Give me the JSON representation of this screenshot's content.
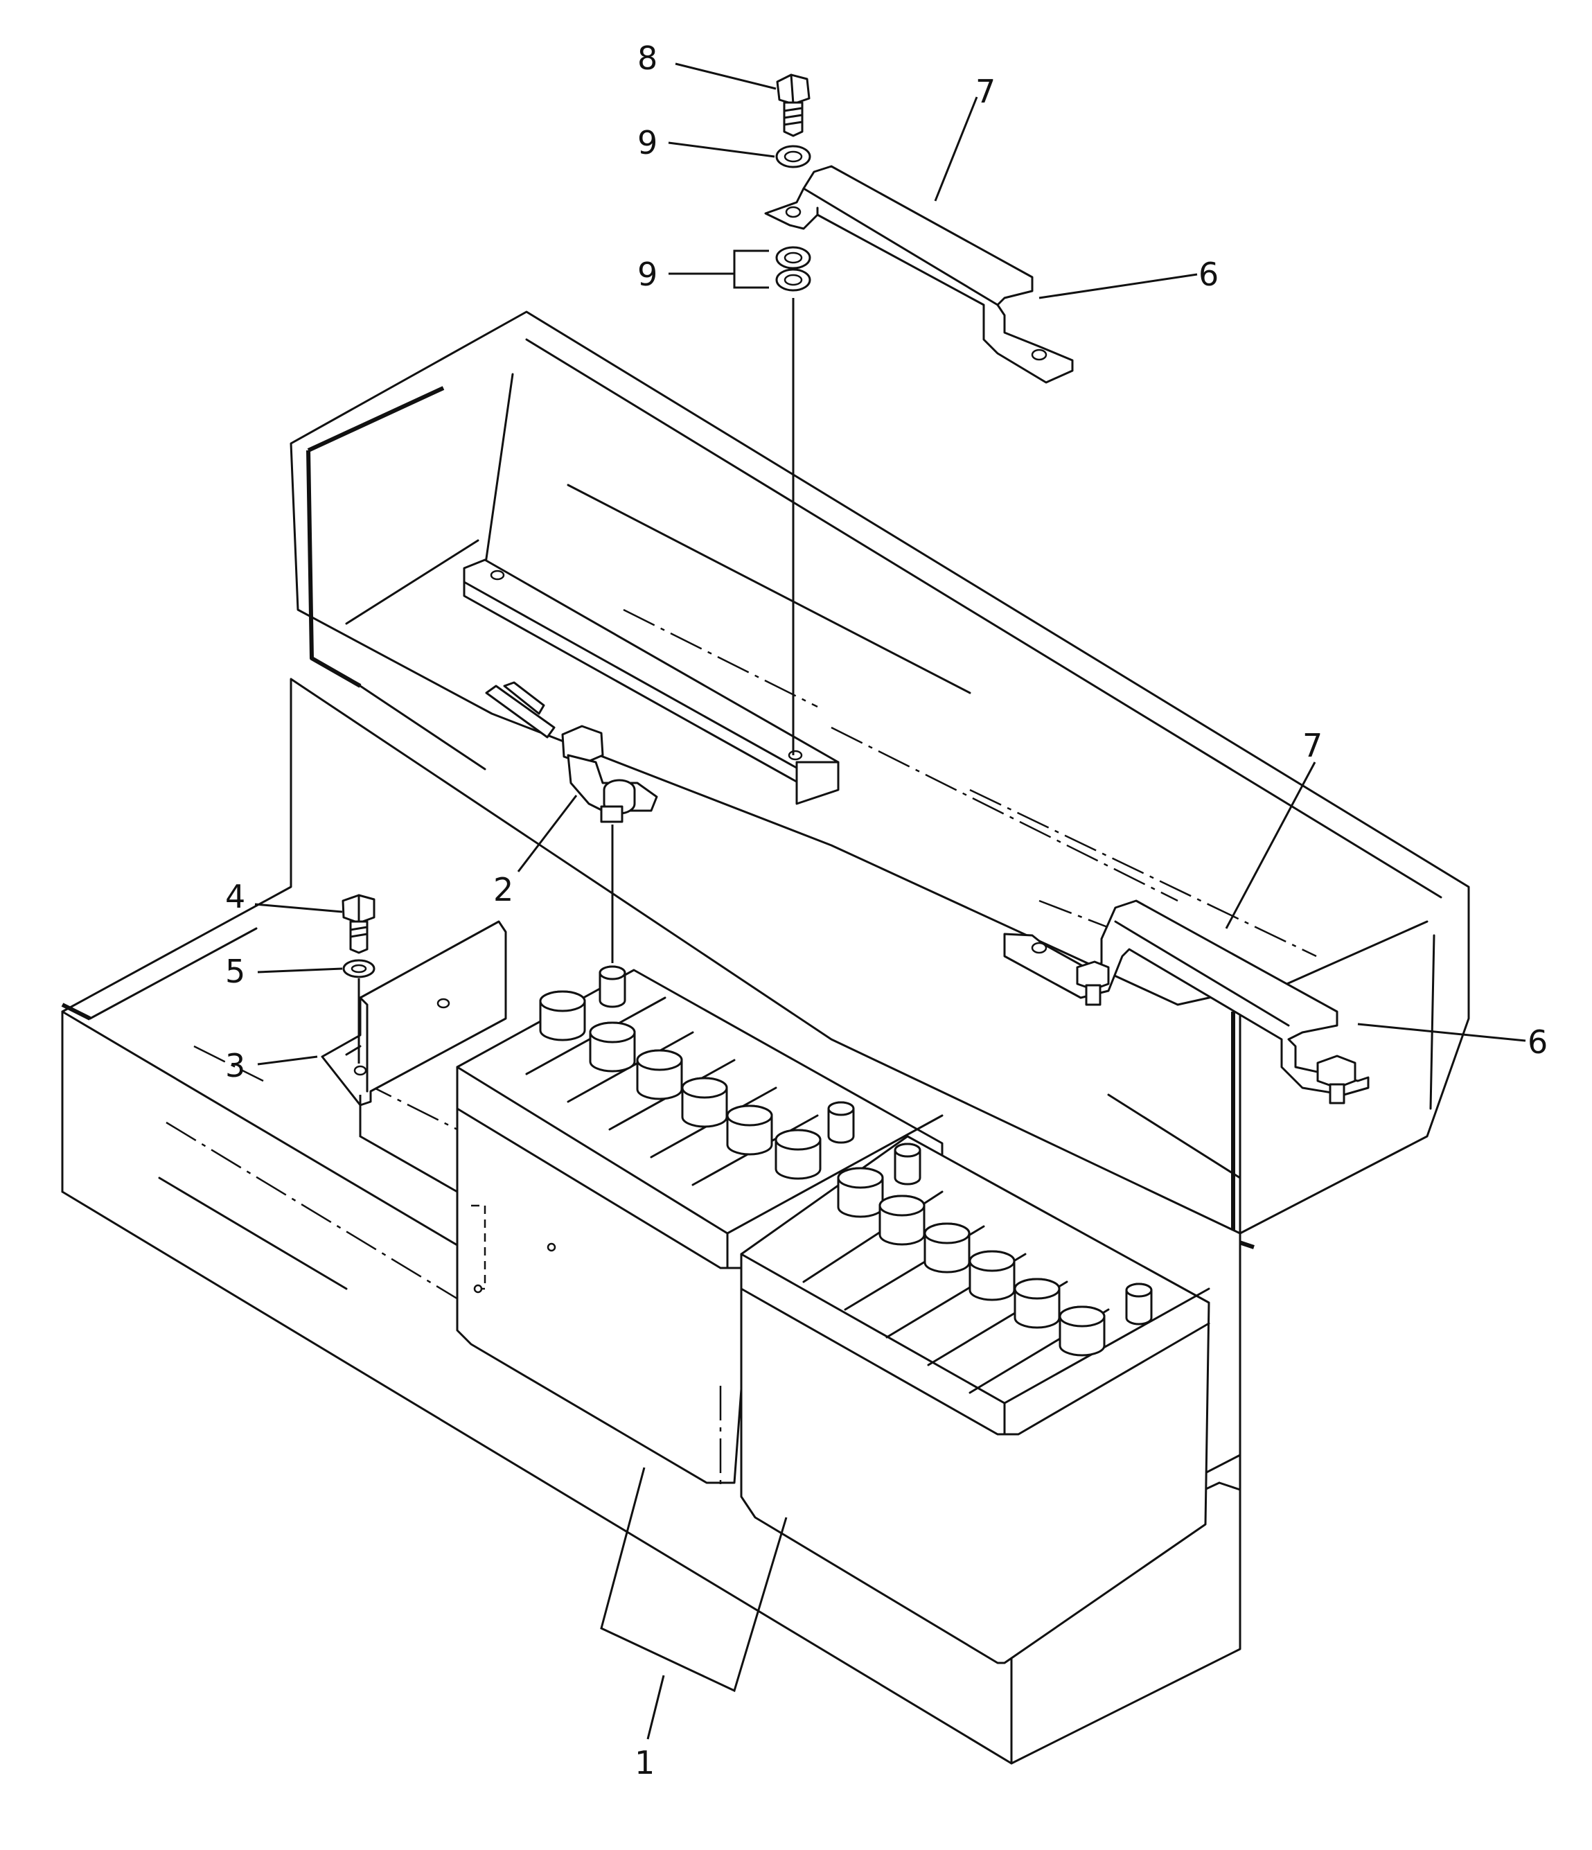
{
  "diagram": {
    "line_color": "#111111",
    "background_color": "#ffffff",
    "callouts": [
      {
        "id": "c8",
        "number": "8"
      },
      {
        "id": "c9a",
        "number": "9"
      },
      {
        "id": "c9b",
        "number": "9"
      },
      {
        "id": "c7a",
        "number": "7"
      },
      {
        "id": "c6a",
        "number": "6"
      },
      {
        "id": "c7b",
        "number": "7"
      },
      {
        "id": "c2",
        "number": "2"
      },
      {
        "id": "c4",
        "number": "4"
      },
      {
        "id": "c5",
        "number": "5"
      },
      {
        "id": "c3",
        "number": "3"
      },
      {
        "id": "c6b",
        "number": "6"
      },
      {
        "id": "c1",
        "number": "1"
      }
    ]
  }
}
